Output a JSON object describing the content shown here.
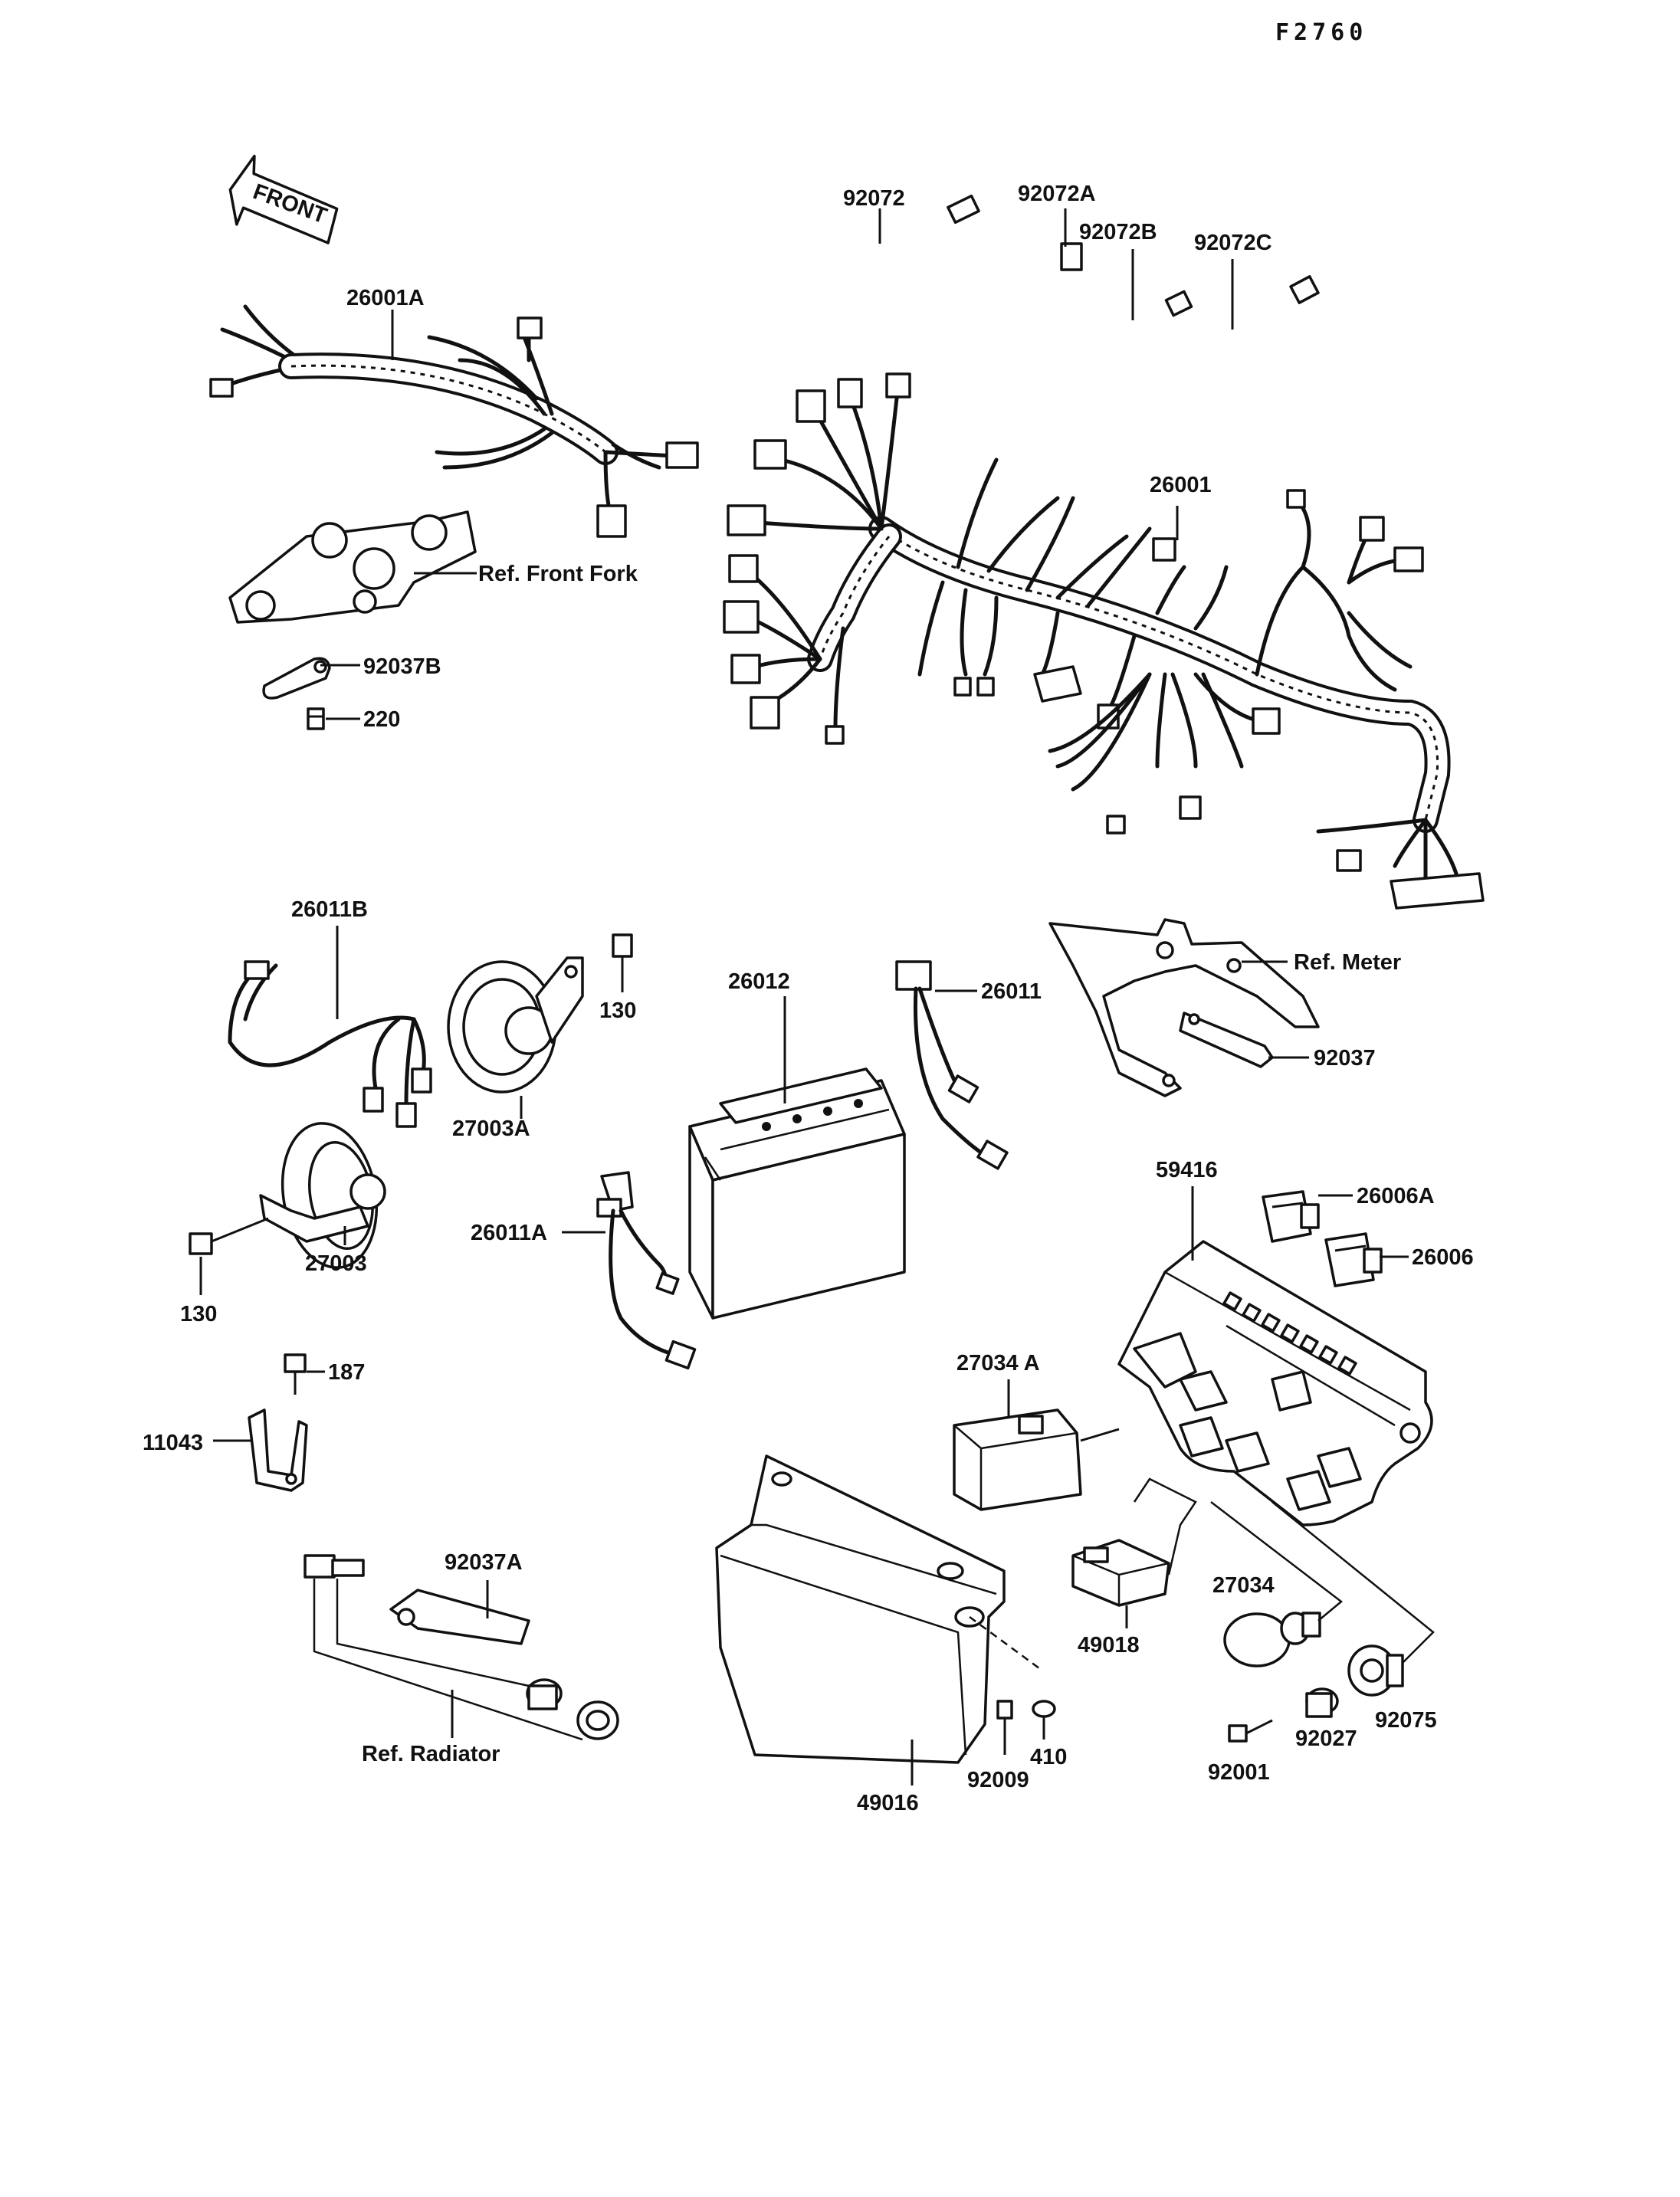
{
  "figure_id": "F2760",
  "front_arrow": {
    "text": "FRONT"
  },
  "callouts": {
    "p92072": "92072",
    "p92072A": "92072A",
    "p92072B": "92072B",
    "p92072C": "92072C",
    "p26001A": "26001A",
    "p26001": "26001",
    "ref_front_fork": "Ref. Front Fork",
    "p92037B": "92037B",
    "p220": "220",
    "p26011B": "26011B",
    "p130_top": "130",
    "p27003A": "27003A",
    "p26012": "26012",
    "p26011": "26011",
    "ref_meter": "Ref. Meter",
    "p92037": "92037",
    "p27003": "27003",
    "p130_bottom": "130",
    "p26011A": "26011A",
    "p59416": "59416",
    "p26006A": "26006A",
    "p26006": "26006",
    "p187": "187",
    "p11043": "11043",
    "p27034A": "27034 A",
    "p92037A": "92037A",
    "p27034": "27034",
    "p49018": "49018",
    "ref_radiator": "Ref.  Radiator",
    "p410": "410",
    "p92009": "92009",
    "p49016": "49016",
    "p92075": "92075",
    "p92027": "92027",
    "p92001": "92001"
  }
}
